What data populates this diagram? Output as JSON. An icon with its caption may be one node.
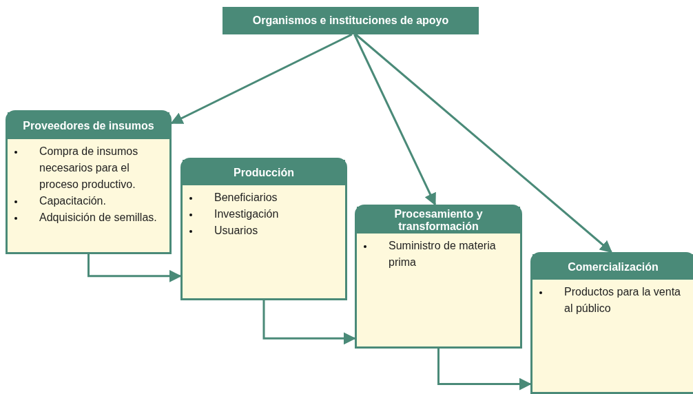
{
  "diagram": {
    "nodes": [
      {
        "text": [
          "Organismos e instituciones de apoyo"
        ]
      },
      {
        "text": [
          "Proveedores de insumos",
          "Compra de insumos necesarios para el proceso productivo.",
          "Capacitación.",
          "Adquisición de semillas."
        ]
      },
      {
        "text": [
          "Producción",
          "Beneficiarios",
          "Investigación",
          "Usuarios"
        ]
      },
      {
        "text": [
          "Procesamiento y transformación",
          "Suministro de materia prima"
        ]
      },
      {
        "text": [
          "Comercialización",
          "Productos para la venta al público"
        ]
      }
    ],
    "edges": [
      {
        "from": 0,
        "to": 1,
        "arrow": "to"
      },
      {
        "from": 0,
        "to": 3,
        "arrow": "to"
      },
      {
        "from": 0,
        "to": 4,
        "arrow": "to"
      },
      {
        "from": 1,
        "to": 2,
        "arrow": "to"
      },
      {
        "from": 2,
        "to": 3,
        "arrow": "to"
      },
      {
        "from": 3,
        "to": 4,
        "arrow": "to"
      }
    ]
  }
}
